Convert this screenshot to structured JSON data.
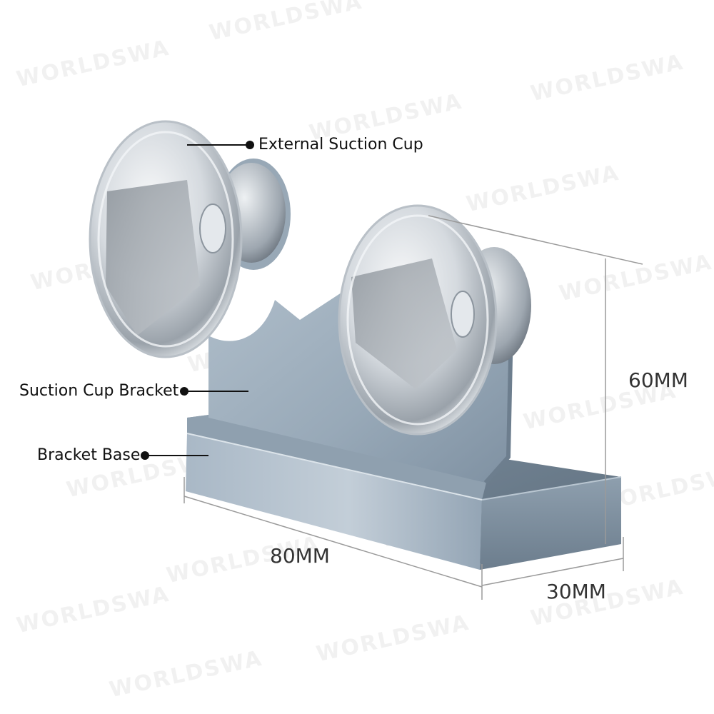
{
  "watermark": "WORLDSWA",
  "callouts": {
    "external_suction_cup": "External Suction Cup",
    "suction_cup_bracket": "Suction Cup Bracket",
    "bracket_base": "Bracket Base"
  },
  "dimensions": {
    "height": "60MM",
    "length": "80MM",
    "depth": "30MM"
  },
  "colors": {
    "metal": "#9aaab9",
    "metal_dark": "#6e7f8f",
    "cup": "#d8dde2",
    "leader": "#111111",
    "dim_line": "#999999"
  }
}
